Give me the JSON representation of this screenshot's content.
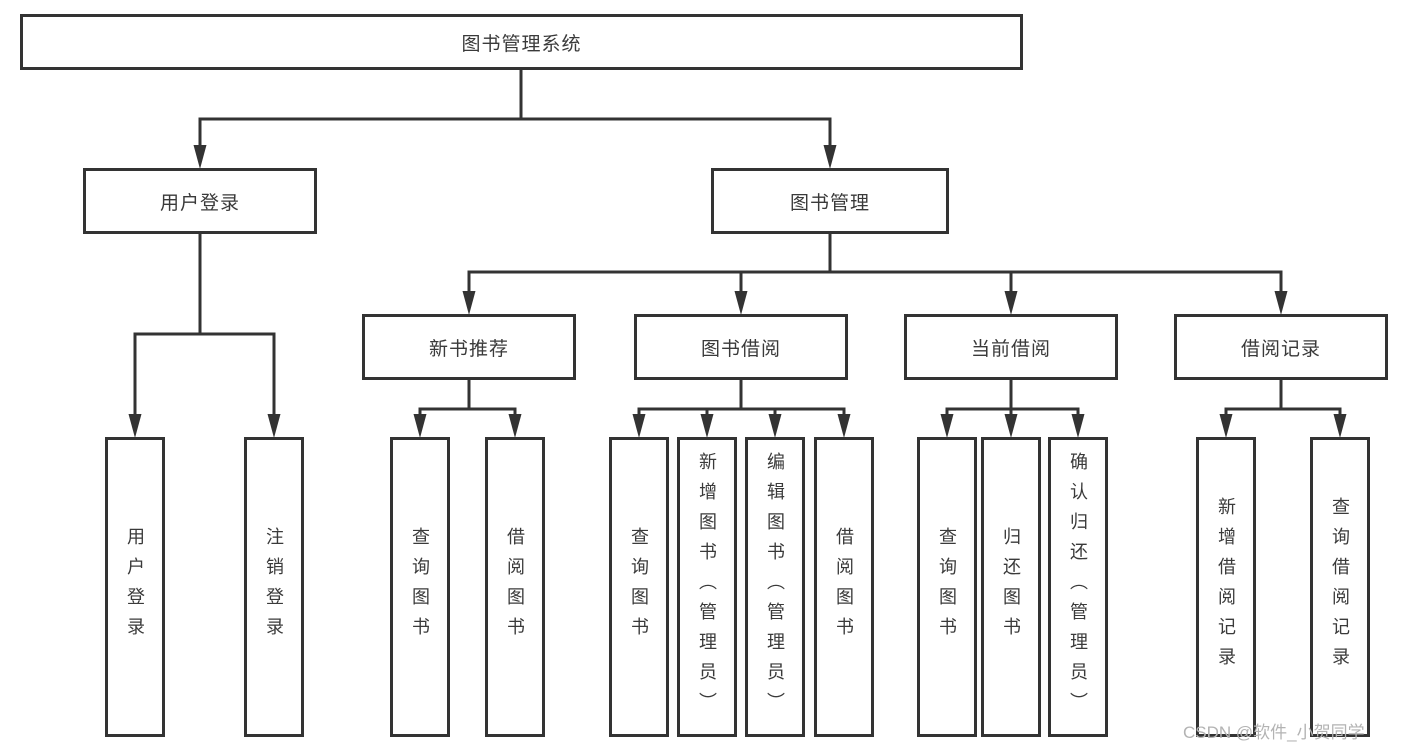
{
  "diagram_title": "图书管理系统",
  "nodes": {
    "root": "图书管理系统",
    "user_login": "用户登录",
    "book_management": "图书管理",
    "new_book_recommend": "新书推荐",
    "book_borrow": "图书借阅",
    "current_borrow": "当前借阅",
    "borrow_records": "借阅记录"
  },
  "leaves": {
    "user_login": [
      "用户登录",
      "注销登录"
    ],
    "new_book_recommend": [
      "查询图书",
      "借阅图书"
    ],
    "book_borrow": [
      "查询图书",
      "新增图书（管理员）",
      "编辑图书（管理员）",
      "借阅图书"
    ],
    "current_borrow": [
      "查询图书",
      "归还图书",
      "确认归还（管理员）"
    ],
    "borrow_records": [
      "新增借阅记录",
      "查询借阅记录"
    ]
  },
  "watermark": "CSDN @软件_小贺同学",
  "colors": {
    "line": "#333333",
    "text": "#3a3a3a",
    "background": "#ffffff",
    "watermark": "#b3b3b3"
  }
}
